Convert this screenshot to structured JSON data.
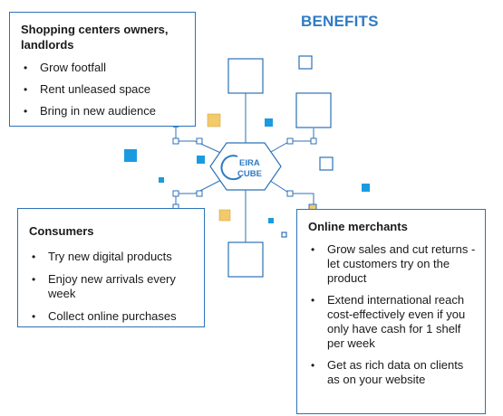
{
  "title": "BENEFITS",
  "logo": {
    "line1": "EIRA",
    "line2": "CUBE"
  },
  "colors": {
    "accent": "#2f7bc4",
    "border": "#2c72b8",
    "blue_square": "#1a9be0",
    "gold_square": "#f2c96b"
  },
  "landlords": {
    "heading": "Shopping centers owners, landlords",
    "items": [
      "Grow footfall",
      "Rent unleased space",
      "Bring in new audience"
    ]
  },
  "consumers": {
    "heading": "Consumers",
    "items": [
      "Try new digital products",
      "Enjoy new arrivals every week",
      "Collect online purchases"
    ]
  },
  "merchants": {
    "heading": "Online merchants",
    "items": [
      "Grow sales and cut returns - let customers try on the product",
      "Extend international reach cost-effectively even if you only have cash for 1 shelf per week",
      "Get as rich data on clients as on your website"
    ]
  }
}
